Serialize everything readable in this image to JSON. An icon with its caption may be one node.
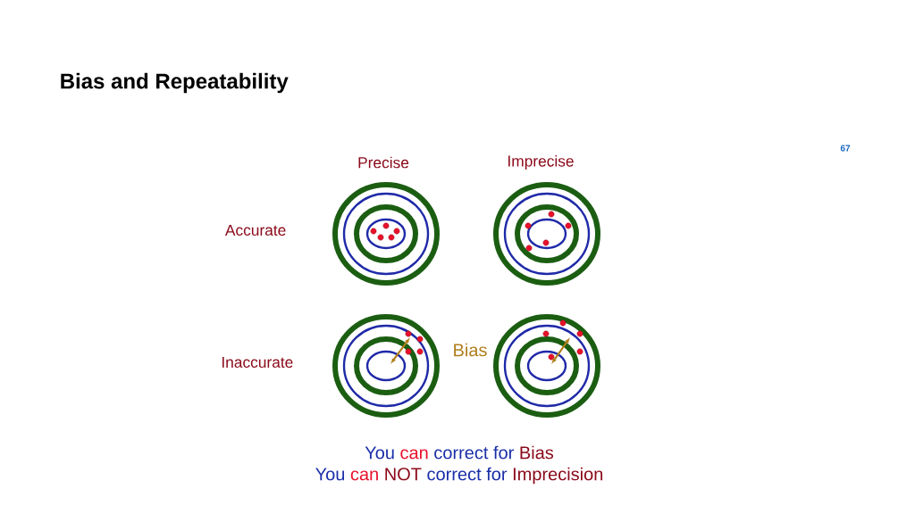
{
  "diagram": {
    "title": "Bias and Repeatability",
    "labels": [
      "Precise",
      "Imprecise",
      "Accurate",
      "Inaccurate",
      "Bias",
      "You",
      "can",
      "correct for",
      "Bias",
      "You",
      "can",
      "NOT",
      "correct for",
      "Imprecision",
      "67"
    ]
  }
}
